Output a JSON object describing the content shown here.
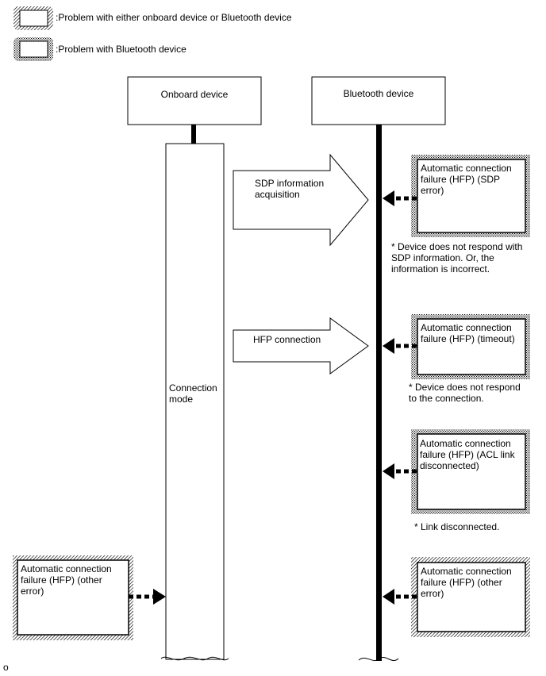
{
  "legend": {
    "either_device": ":Problem with either onboard device or Bluetooth device",
    "bluetooth_device": ":Problem with Bluetooth device"
  },
  "onboard": {
    "title": "Onboard device",
    "mode_line1": "Connection",
    "mode_line2": "mode"
  },
  "bluetooth": {
    "title": "Bluetooth device"
  },
  "arrows": {
    "sdp_line1": "SDP information",
    "sdp_line2": "acquisition",
    "hfp": "HFP connection"
  },
  "failures": [
    {
      "lines": [
        "Automatic connection",
        "failure (HFP) (SDP",
        "error)"
      ],
      "notes": [
        "* Device does not respond with",
        "SDP information. Or, the",
        "information is incorrect."
      ]
    },
    {
      "lines": [
        "Automatic connection",
        "failure (HFP) (timeout)"
      ],
      "notes": [
        "* Device does not respond",
        "to the connection."
      ]
    },
    {
      "lines": [
        "Automatic connection",
        "failure (HFP) (ACL link",
        "disconnected)"
      ],
      "notes": [
        "* Link disconnected."
      ]
    },
    {
      "lines": [
        "Automatic connection",
        "failure (HFP) (other",
        "error)"
      ],
      "notes": []
    }
  ],
  "onboard_failure": {
    "lines": [
      "Automatic connection",
      "failure (HFP) (other",
      "error)"
    ]
  },
  "corner_mark": "o"
}
